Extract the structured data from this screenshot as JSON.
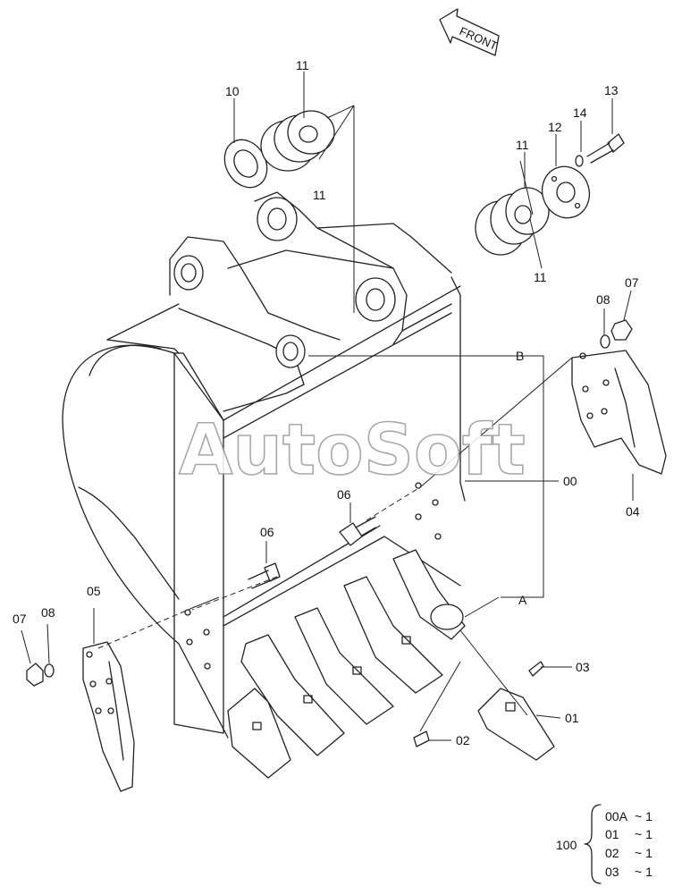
{
  "watermark": "AutoSoft",
  "front_arrow": "FRONT",
  "callouts": {
    "c00": "00",
    "c01": "01",
    "c02": "02",
    "c03": "03",
    "c04": "04",
    "c05": "05",
    "c06a": "06",
    "c06b": "06",
    "c07a": "07",
    "c07b": "07",
    "c08a": "08",
    "c08b": "08",
    "c10": "10",
    "c11a": "11",
    "c11b": "11",
    "c11c": "11",
    "c11d": "11",
    "c12": "12",
    "c13": "13",
    "c14": "14",
    "refA": "A",
    "refB": "B"
  },
  "kit": {
    "number": "100",
    "rows": [
      {
        "part": "00A",
        "qty": "~ 1"
      },
      {
        "part": "01",
        "qty": "~ 1"
      },
      {
        "part": "02",
        "qty": "~ 1"
      },
      {
        "part": "03",
        "qty": "~ 1"
      }
    ]
  }
}
